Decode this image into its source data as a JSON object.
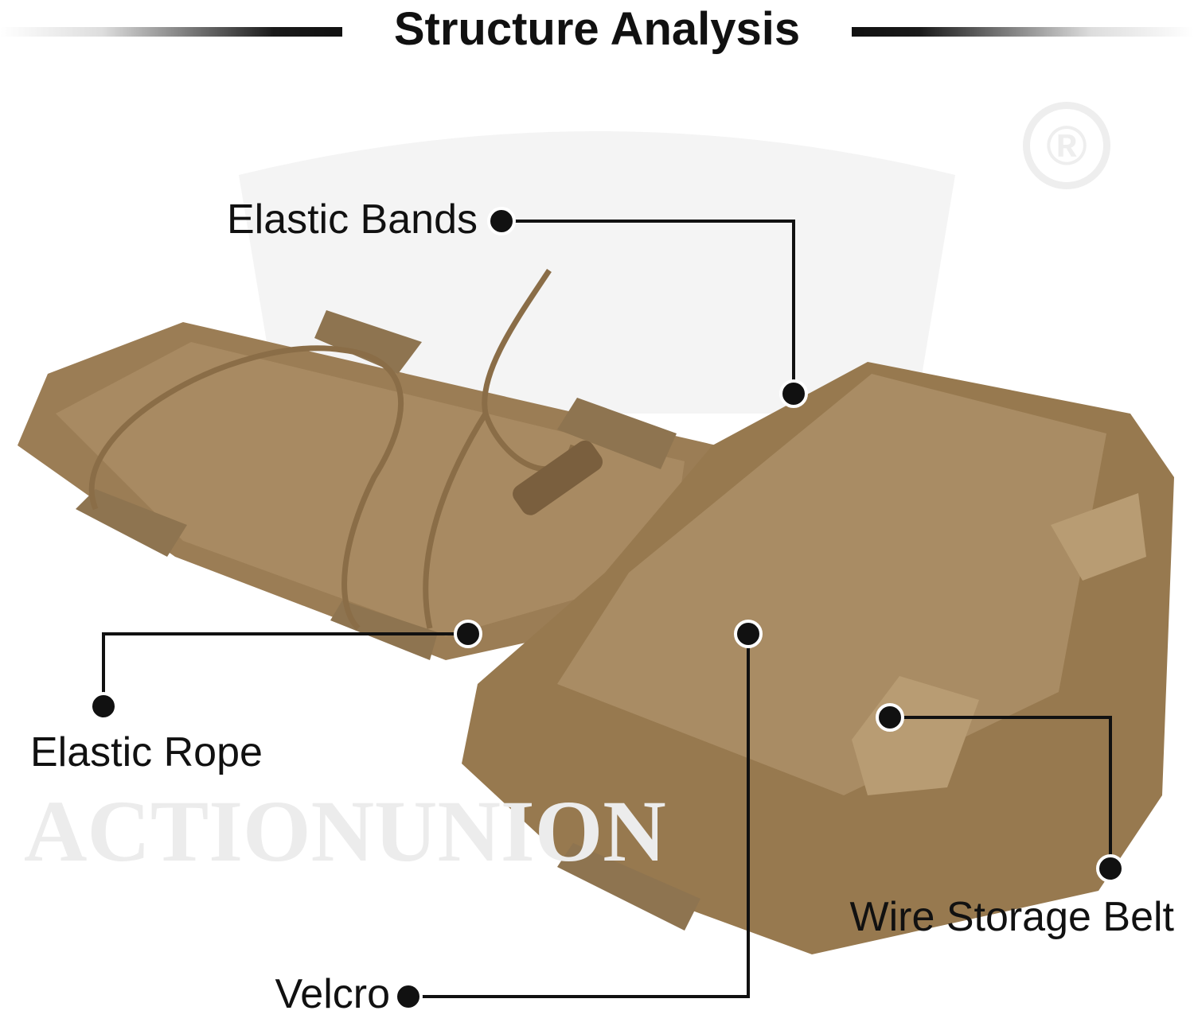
{
  "title": "Structure Analysis",
  "watermark": "ACTIONUNION",
  "registered_mark": "®",
  "callouts": {
    "elastic_bands": "Elastic Bands",
    "elastic_rope": "Elastic Rope",
    "velcro": "Velcro",
    "wire_storage_belt": "Wire Storage Belt"
  },
  "colors": {
    "fabric": "#9b7d55",
    "fabric_dark": "#7d6442",
    "line": "#111111"
  }
}
